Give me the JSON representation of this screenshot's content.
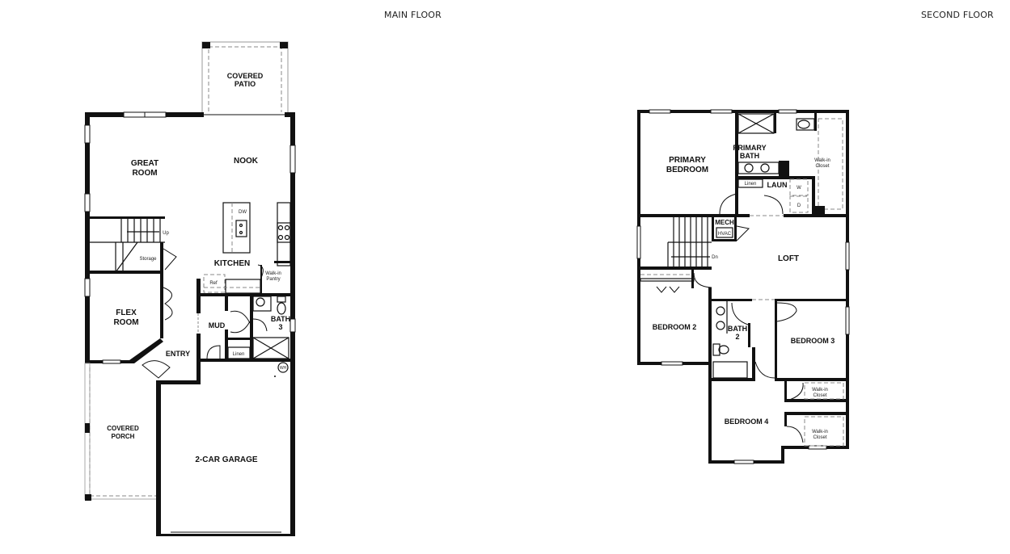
{
  "titles": {
    "main_floor": "MAIN FLOOR",
    "second_floor": "SECOND FLOOR"
  },
  "main_floor": {
    "rooms": {
      "covered_patio": [
        "COVERED",
        "PATIO"
      ],
      "great_room": [
        "GREAT",
        "ROOM"
      ],
      "nook": "NOOK",
      "kitchen": "KITCHEN",
      "flex_room": [
        "FLEX",
        "ROOM"
      ],
      "entry": "ENTRY",
      "mud": "MUD",
      "bath_3": [
        "BATH",
        "3"
      ],
      "covered_porch": [
        "COVERED",
        "PORCH"
      ],
      "garage": "2-CAR GARAGE"
    },
    "fixtures": {
      "dishwasher": "DW",
      "refrigerator": "Ref",
      "walk_in_pantry": [
        "Walk-in",
        "Pantry"
      ],
      "storage": "Storage",
      "stairs_up": "Up",
      "linen": "Linen",
      "water_heater": "WH"
    }
  },
  "second_floor": {
    "rooms": {
      "primary_bedroom": [
        "PRIMARY",
        "BEDROOM"
      ],
      "primary_bath": [
        "PRIMARY",
        "BATH"
      ],
      "laundry": "LAUN",
      "mech": "MECH",
      "loft": "LOFT",
      "bedroom_2": "BEDROOM 2",
      "bath_2": [
        "BATH",
        "2"
      ],
      "bedroom_3": "BEDROOM 3",
      "bedroom_4": "BEDROOM 4"
    },
    "fixtures": {
      "walk_in_closet_primary": [
        "Walk-in",
        "Closet"
      ],
      "walk_in_closet_bed3": [
        "Walk-in",
        "Closet"
      ],
      "walk_in_closet_bed4": [
        "Walk-in",
        "Closet"
      ],
      "linen": "Linen",
      "washer": "W",
      "dryer": "D",
      "hvac": "HVAC",
      "stairs_down": "Dn"
    }
  }
}
